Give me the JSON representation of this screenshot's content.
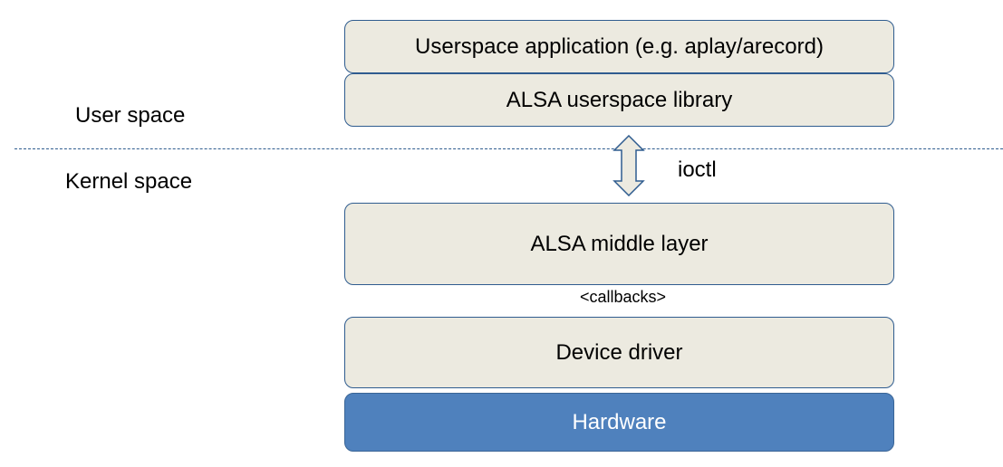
{
  "diagram": {
    "regions": {
      "user_space": "User space",
      "kernel_space": "Kernel space"
    },
    "layers": [
      {
        "id": "userspace-app",
        "label": "Userspace application (e.g. aplay/arecord)"
      },
      {
        "id": "alsa-lib",
        "label": "ALSA userspace library"
      },
      {
        "id": "alsa-middle",
        "label": "ALSA middle layer"
      },
      {
        "id": "device-driver",
        "label": "Device driver"
      },
      {
        "id": "hardware",
        "label": "Hardware"
      }
    ],
    "connectors": {
      "ioctl": "ioctl",
      "callbacks": "<callbacks>"
    },
    "colors": {
      "layer_fill": "#eceae0",
      "hardware_fill": "#4f81bd",
      "border": "#2f5c8f"
    }
  }
}
